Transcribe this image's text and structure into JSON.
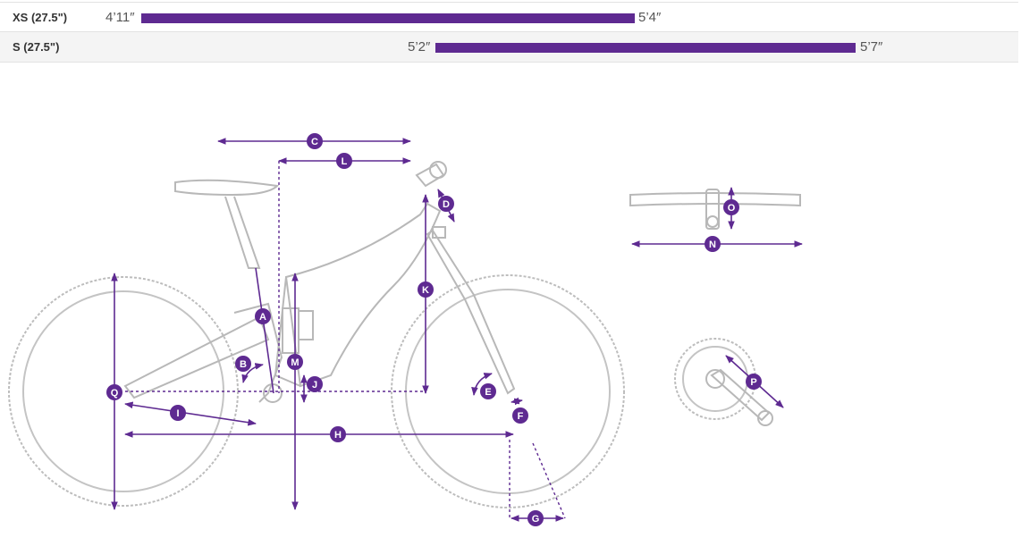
{
  "sizes": [
    {
      "label": "XS (27.5\")",
      "min_height": "4’11″",
      "max_height": "5’4″"
    },
    {
      "label": "S (27.5\")",
      "min_height": "5’2″",
      "max_height": "5’7″"
    }
  ],
  "colors": {
    "accent": "#5e2a91",
    "frame": "#b8b8b8"
  },
  "geometry_labels": [
    "A",
    "B",
    "C",
    "D",
    "E",
    "F",
    "G",
    "H",
    "I",
    "J",
    "K",
    "L",
    "M",
    "N",
    "O",
    "P",
    "Q"
  ]
}
